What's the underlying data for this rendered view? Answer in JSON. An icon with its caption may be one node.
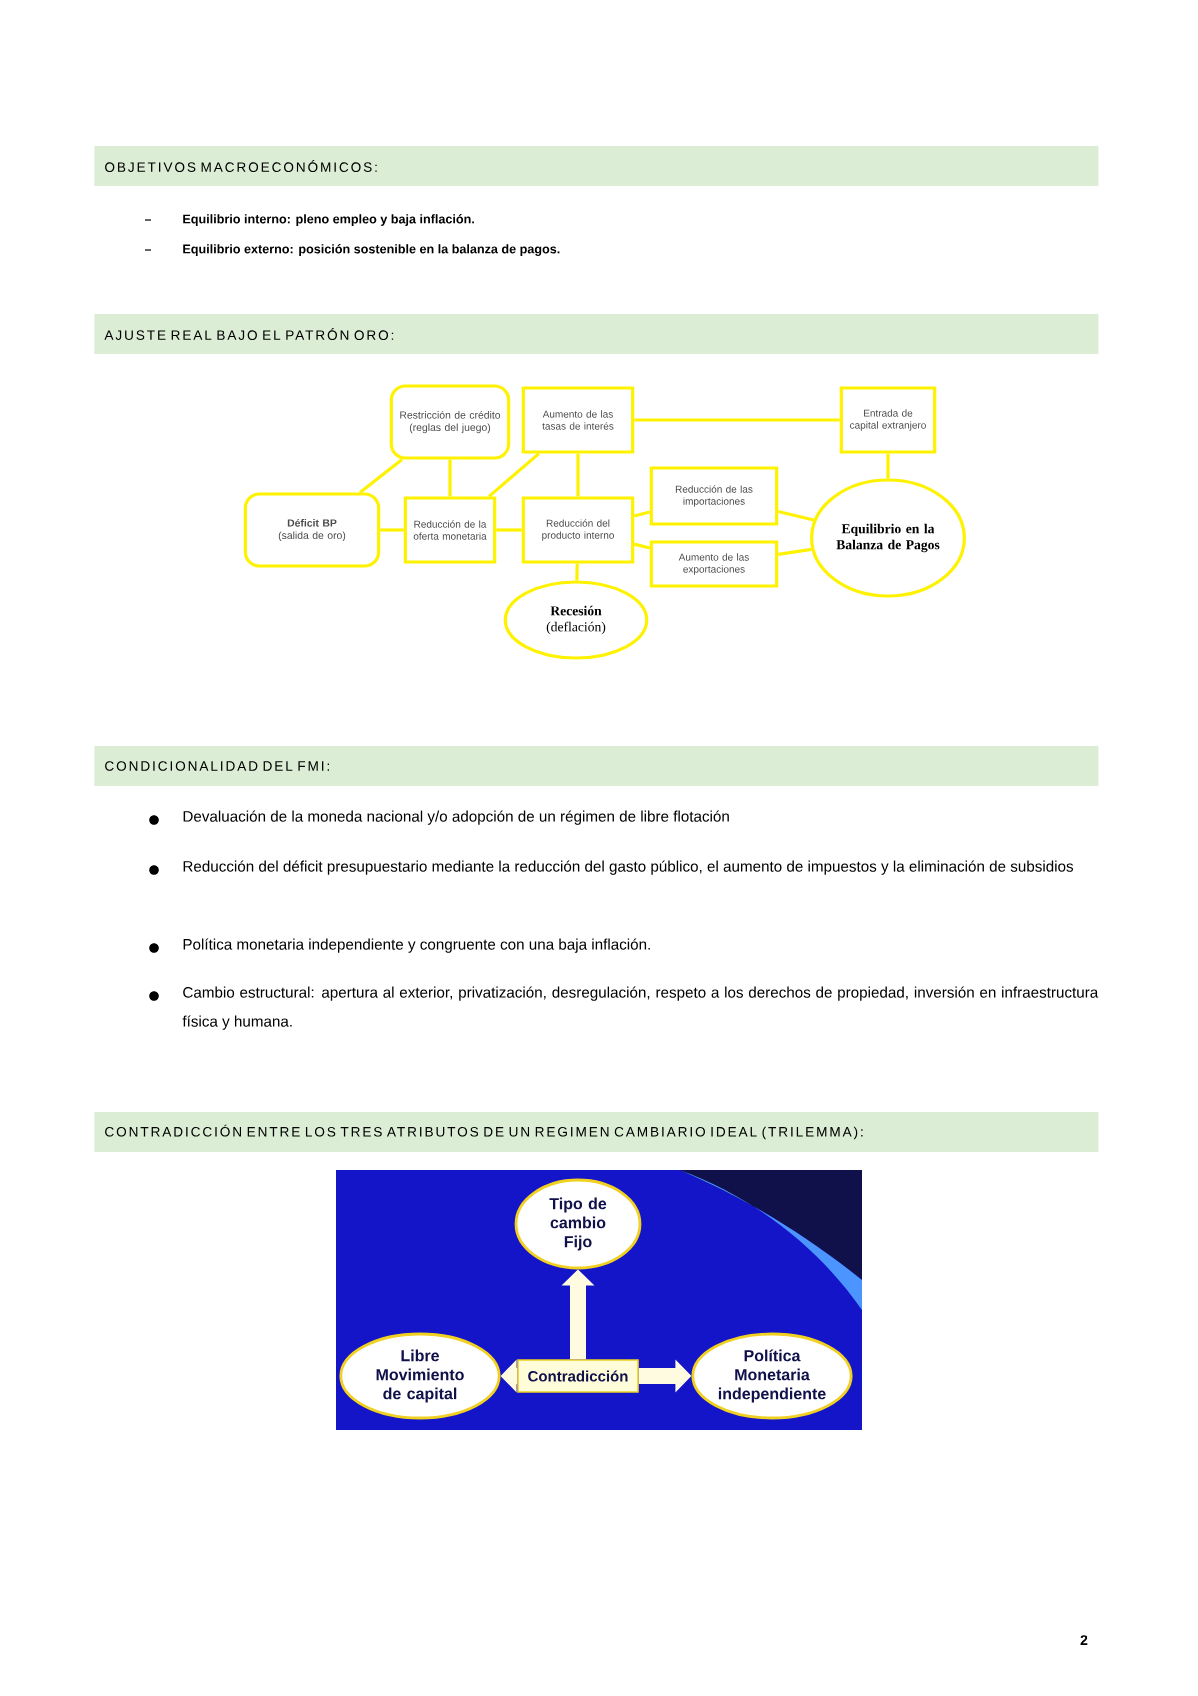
{
  "diagram": {
    "nodes": [
      {
        "text": [
          "Déficit BP",
          "(salida de oro)"
        ]
      },
      {
        "text": [
          "Restricción de crédito (reglas del juego)"
        ]
      },
      {
        "text": [
          "Reducción de la oferta monetaria"
        ]
      },
      {
        "text": [
          "Aumento de las tasas de interés"
        ]
      },
      {
        "text": [
          "Reducción del producto interno"
        ]
      },
      {
        "text": [
          "Recesión",
          "(deflación)"
        ]
      },
      {
        "text": [
          "Reducción de las importaciones"
        ]
      },
      {
        "text": [
          "Aumento de las exportaciones"
        ]
      },
      {
        "text": [
          "Entrada de capital extranjero"
        ]
      },
      {
        "text": [
          "Equilibrio en la Balanza de Pagos"
        ]
      },
      {
        "text": [
          "Tipo de cambio Fijo"
        ]
      },
      {
        "text": [
          "Libre Movimiento de capital"
        ]
      },
      {
        "text": [
          "Política Monetaria independiente"
        ]
      },
      {
        "text": [
          "Contradicción"
        ]
      }
    ],
    "edges": [
      {
        "from": 0,
        "to": 1,
        "arrow": "none"
      },
      {
        "from": 0,
        "to": 2,
        "arrow": "none"
      },
      {
        "from": 1,
        "to": 2,
        "arrow": "none"
      },
      {
        "from": 2,
        "to": 3,
        "arrow": "none"
      },
      {
        "from": 2,
        "to": 4,
        "arrow": "none"
      },
      {
        "from": 3,
        "to": 4,
        "arrow": "none"
      },
      {
        "from": 3,
        "to": 8,
        "arrow": "none"
      },
      {
        "from": 4,
        "to": 5,
        "arrow": "none"
      },
      {
        "from": 4,
        "to": 6,
        "arrow": "none"
      },
      {
        "from": 4,
        "to": 7,
        "arrow": "none"
      },
      {
        "from": 6,
        "to": 9,
        "arrow": "none"
      },
      {
        "from": 7,
        "to": 9,
        "arrow": "none"
      },
      {
        "from": 8,
        "to": 9,
        "arrow": "none"
      },
      {
        "from": 13,
        "to": 10,
        "arrow": "to",
        "style": "thick",
        "color": "#fffbe0"
      },
      {
        "from": 13,
        "to": 11,
        "arrow": "to",
        "style": "thick",
        "color": "#fffbe0"
      },
      {
        "from": 13,
        "to": 12,
        "arrow": "to",
        "style": "thick",
        "color": "#fffbe0"
      }
    ],
    "labels": [
      "OBJETIVOS MACROECONÓMICOS:",
      "Equilibrio interno: pleno empleo y baja inflación.",
      "Equilibrio externo: posición sostenible en la balanza de pagos.",
      "AJUSTE REAL BAJO EL PATRÓN ORO:",
      "CONDICIONALIDAD DEL FMI:",
      "Devaluación de la moneda nacional y/o adopción de un régimen de libre flotación",
      "Reducción del déficit presupuestario mediante la reducción del gasto público, el aumento de impuestos y la eliminación de subsidios",
      "Política monetaria independiente y congruente con una baja inflación.",
      "Cambio estructural: apertura al exterior, privatización, desregulación, respeto a los derechos de propiedad, inversión en infraestructura física y humana.",
      "CONTRADICCIÓN ENTRE LOS TRES ATRIBUTOS DE UN REGIMEN CAMBIARIO IDEAL (TRILEMMA):",
      "2"
    ]
  }
}
